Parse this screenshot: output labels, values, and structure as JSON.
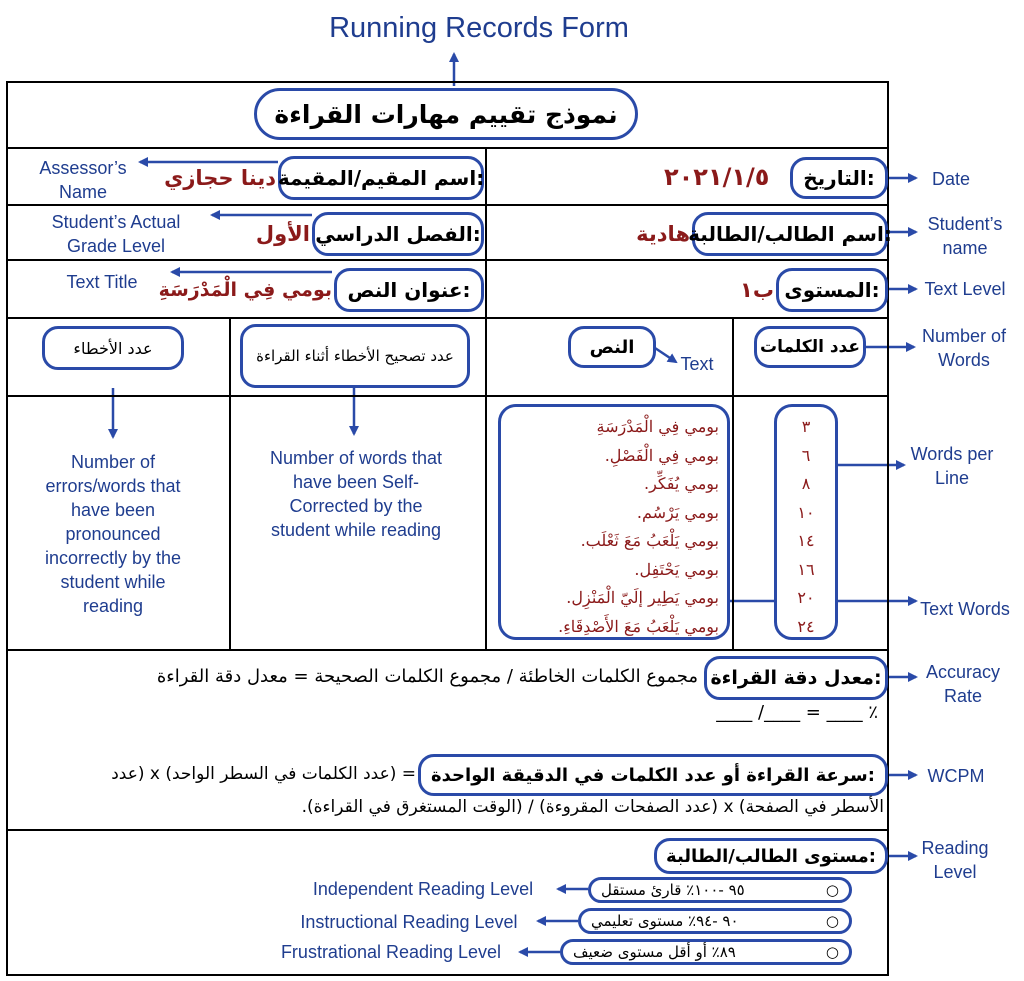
{
  "title": "Running Records Form",
  "form_heading": "نموذج تقييم مهارات القراءة",
  "assessor": {
    "label": "اسم المقيم/المقيمة:",
    "value": "دينا حجازي",
    "note": "Assessor’s Name"
  },
  "date": {
    "label": "التاريخ:",
    "value": "٢٠٢١/١/٥",
    "note": "Date"
  },
  "grade": {
    "label": "الفصل الدراسي:",
    "value": "الأول",
    "note": "Student’s Actual Grade Level"
  },
  "student": {
    "label": "اسم الطالب/الطالبة:",
    "value": "هادية",
    "note": "Student’s name"
  },
  "text_title": {
    "label": "عنوان النص:",
    "value": "بومي فِي الْمَدْرَسَةِ",
    "note": "Text Title"
  },
  "level": {
    "label": "المستوى:",
    "value": "ب١",
    "note": "Text Level"
  },
  "columns": {
    "word_count": {
      "label": "عدد الكلمات",
      "note": "Number of Words"
    },
    "text": {
      "label": "النص",
      "note": "Text"
    },
    "self_corrections": {
      "label": "عدد تصحيح الأخطاء أثناء القراءة",
      "note": "Number of words that have been Self-Corrected by the student while reading"
    },
    "errors": {
      "label": "عدد الأخطاء",
      "note": "Number of errors/words that have been pronounced incorrectly by the student while reading"
    }
  },
  "text_lines": [
    "بومي فِي الْمَدْرَسَةِ",
    "بومي فِي الْفَصْلِ.",
    "بومي يُفَكِّر.",
    "بومي يَرْسُم.",
    "بومي يَلْعَبُ مَعَ ثَعْلَب.",
    "بومي يَحْتَفِل.",
    "بومي يَطِير إلَيّ الْمَنْزِل.",
    "بومي يَلْعَبُ مَعَ الأَصْدِقَاءِ."
  ],
  "word_counts": [
    "٣",
    "٦",
    "٨",
    "١٠",
    "١٤",
    "١٦",
    "٢٠",
    "٢٤"
  ],
  "words_per_line_note": "Words per Line",
  "text_words_note": "Text Words",
  "accuracy": {
    "label": "معدل دقة القراءة:",
    "formula": "مجموع الكلمات الخاطئة / مجموع الكلمات الصحيحة = معدل دقة القراءة",
    "blanks": "٪ ____ = ____/ ____",
    "note": "Accuracy Rate"
  },
  "wcpm": {
    "label": "سرعة القراءة أو عدد الكلمات في الدقيقة الواحدة:",
    "formula_line1": "= (عدد الكلمات في السطر الواحد) x (عدد",
    "formula_line2": "الأسطر في الصفحة) x (عدد الصفحات المقروءة) / (الوقت المستغرق في القراءة).",
    "note": "WCPM"
  },
  "reading_level": {
    "label": "مستوى الطالب/الطالبة:",
    "note": "Reading Level",
    "items": [
      {
        "text": "٩٥ -١٠٠٪ قارئ مستقل",
        "note": "Independent Reading Level"
      },
      {
        "text": "٩٠ -٩٤٪ مستوى تعليمي",
        "note": "Instructional Reading Level"
      },
      {
        "text": "٨٩٪ أو أقل مستوى ضعيف",
        "note": "Frustrational Reading Level"
      }
    ]
  }
}
